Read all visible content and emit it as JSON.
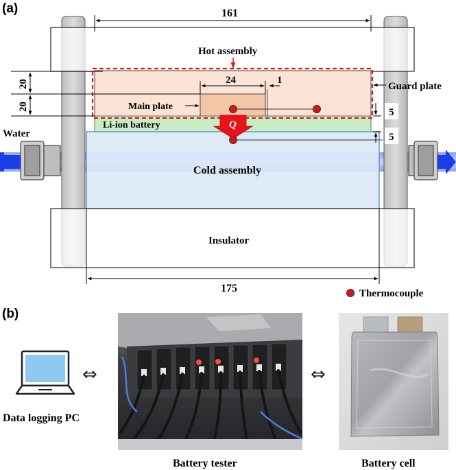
{
  "panel_a": {
    "label": "(a)",
    "hot_assembly": "Hot assembly",
    "guard_plate": "Guard plate",
    "main_plate": "Main plate",
    "li_ion_battery": "Li-ion battery",
    "heat_flux": "Q",
    "water": "Water",
    "cold_assembly": "Cold assembly",
    "insulator": "Insulator",
    "thermocouple": "Thermocouple",
    "dim_top_width": "161",
    "dim_bottom_width": "175",
    "dim_upper_20": "20",
    "dim_lower_20": "20",
    "dim_main_plate": "24",
    "dim_gap": "1",
    "dim_5_upper": "5",
    "dim_5_lower": "5",
    "colors": {
      "guard_plate_fill": "#fbe3d6",
      "main_plate_fill": "#f4c6a8",
      "battery_fill": "#c9ecc4",
      "cold_fill": "#dce8f6",
      "cold_stroke": "#5a9ad2",
      "water_arrow": "#1a3ee6",
      "hot_boundary": "#e01818",
      "thermocouple": "#d8141c",
      "bolt_fill": "#cfcfcf",
      "plate_stroke": "#333333"
    }
  },
  "panel_b": {
    "label": "(b)",
    "pc_label": "Data logging PC",
    "tester_label": "Battery tester",
    "cell_label": "Battery cell",
    "bidirectional_icon": "⇔"
  }
}
